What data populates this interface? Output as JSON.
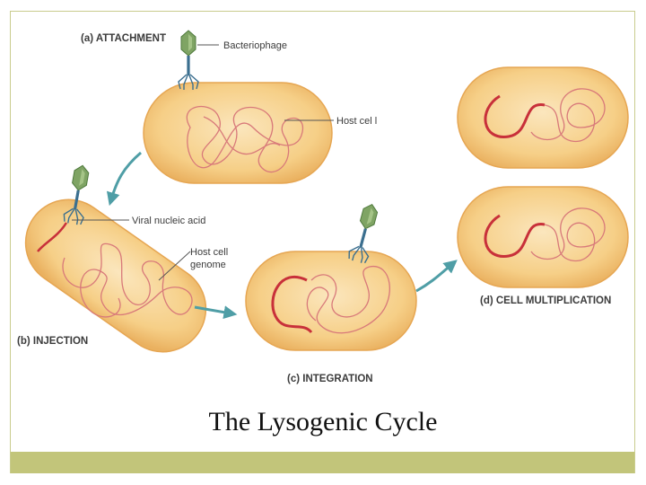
{
  "caption": "The Lysogenic Cycle",
  "labels": {
    "stage_a": "(a) ATTACHMENT",
    "stage_b": "(b) INJECTION",
    "stage_c": "(c) INTEGRATION",
    "stage_d": "(d) CELL MULTIPLICATION",
    "bacteriophage": "Bacteriophage",
    "host_cell": "Host cel l",
    "viral_nucleic_acid": "Viral nucleic acid",
    "host_cell_genome_line1": "Host cell",
    "host_cell_genome_line2": "genome"
  },
  "colors": {
    "cell_fill": "#f6cf87",
    "cell_edge": "#e6a652",
    "genome": "#d8797a",
    "viral_dna": "#c8303a",
    "phage_head": "#7fa464",
    "phage_tail": "#3b6f8f",
    "arrow": "#4f9ea6",
    "bottom_bar": "#c2c57a"
  }
}
